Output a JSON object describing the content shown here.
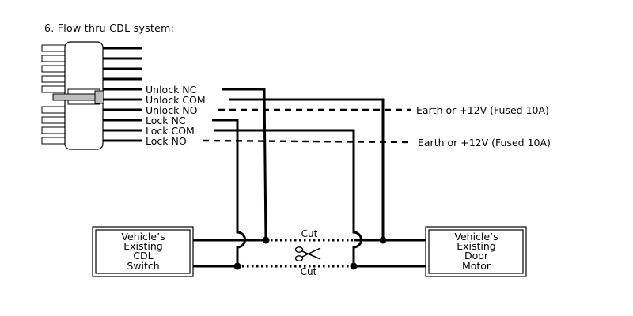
{
  "title": "6. Flow thru CDL system:",
  "relay_pins": [
    {
      "label": "Unlock NC"
    },
    {
      "label": "Unlock COM"
    },
    {
      "label": "Unlock NO"
    },
    {
      "label": "Lock NC"
    },
    {
      "label": "Lock COM"
    },
    {
      "label": "Lock NO"
    }
  ],
  "earth_labels": {
    "unlock": "Earth or +12V (Fused 10A)",
    "lock": "Earth or +12V (Fused 10A)"
  },
  "switch_box": {
    "lines": [
      "Vehicle’s",
      "Existing",
      "CDL",
      "Switch"
    ]
  },
  "motor_box": {
    "lines": [
      "Vehicle’s",
      "Existing",
      "Door",
      "Motor"
    ]
  },
  "cut_labels": {
    "top": "Cut",
    "bottom": "Cut"
  },
  "scissors_icon": "scissors-icon"
}
